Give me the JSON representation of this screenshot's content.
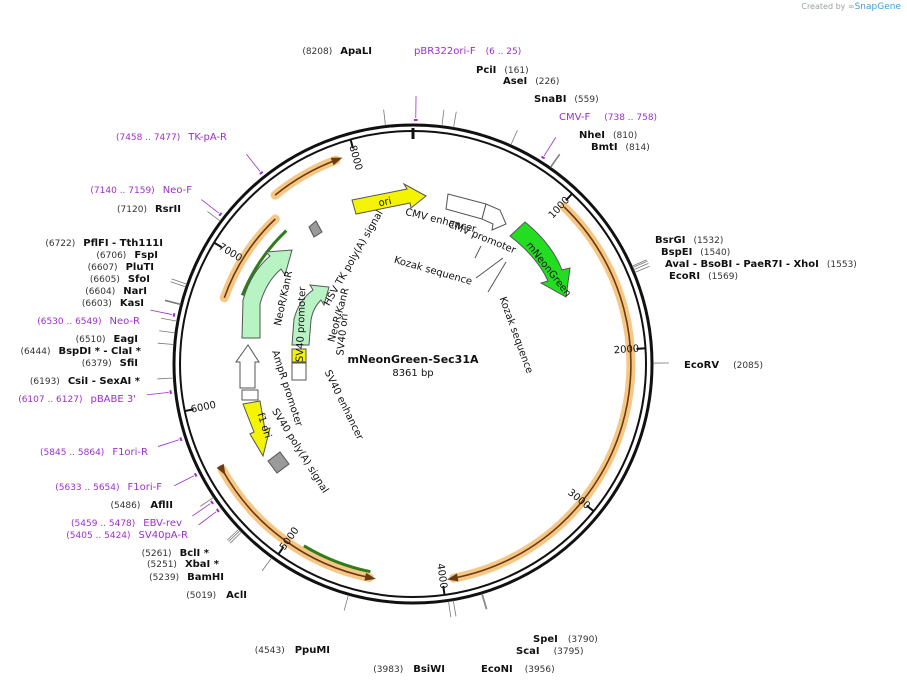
{
  "credit": {
    "prefix": "Created by",
    "brand": "SnapGene"
  },
  "plasmid": {
    "name": "mNeonGreen-Sec31A",
    "length_label": "8361 bp",
    "length": 8361
  },
  "ticks": [
    {
      "pos": 1000,
      "label": "1000"
    },
    {
      "pos": 2000,
      "label": "2000"
    },
    {
      "pos": 3000,
      "label": "3000"
    },
    {
      "pos": 4000,
      "label": "4000"
    },
    {
      "pos": 5000,
      "label": "5000"
    },
    {
      "pos": 6000,
      "label": "6000"
    },
    {
      "pos": 7000,
      "label": "7000"
    },
    {
      "pos": 8000,
      "label": "8000"
    }
  ],
  "sites": [
    {
      "name": "ApaLI",
      "pos_label": "(8208)",
      "pos": 8208,
      "side": "left"
    },
    {
      "name": "PciI",
      "pos_label": "(161)",
      "pos": 161,
      "side": "right"
    },
    {
      "name": "AseI",
      "pos_label": "(226)",
      "pos": 226,
      "side": "right"
    },
    {
      "name": "SnaBI",
      "pos_label": "(559)",
      "pos": 559,
      "side": "right"
    },
    {
      "name": "NheI",
      "pos_label": "(810)",
      "pos": 810,
      "side": "right"
    },
    {
      "name": "BmtI",
      "pos_label": "(814)",
      "pos": 814,
      "side": "right"
    },
    {
      "name": "BsrGI",
      "pos_label": "(1532)",
      "pos": 1532,
      "side": "right"
    },
    {
      "name": "BspEI",
      "pos_label": "(1540)",
      "pos": 1540,
      "side": "right"
    },
    {
      "name": "AvaI - BsoBI - PaeR7I - XhoI",
      "pos_label": "(1553)",
      "pos": 1553,
      "side": "right"
    },
    {
      "name": "EcoRI",
      "pos_label": "(1569)",
      "pos": 1569,
      "side": "right"
    },
    {
      "name": "EcoRV",
      "pos_label": "(2085)",
      "pos": 2085,
      "side": "right"
    },
    {
      "name": "SpeI",
      "pos_label": "(3790)",
      "pos": 3790,
      "side": "right"
    },
    {
      "name": "ScaI",
      "pos_label": "(3795)",
      "pos": 3795,
      "side": "right"
    },
    {
      "name": "EcoNI",
      "pos_label": "(3956)",
      "pos": 3956,
      "side": "right"
    },
    {
      "name": "BsiWI",
      "pos_label": "(3983)",
      "pos": 3983,
      "side": "left"
    },
    {
      "name": "PpuMI",
      "pos_label": "(4543)",
      "pos": 4543,
      "side": "left"
    },
    {
      "name": "AclI",
      "pos_label": "(5019)",
      "pos": 5019,
      "side": "left"
    },
    {
      "name": "BamHI",
      "pos_label": "(5239)",
      "pos": 5239,
      "side": "left"
    },
    {
      "name": "XbaI *",
      "pos_label": "(5251)",
      "pos": 5251,
      "side": "left"
    },
    {
      "name": "BclI *",
      "pos_label": "(5261)",
      "pos": 5261,
      "side": "left"
    },
    {
      "name": "AflII",
      "pos_label": "(5486)",
      "pos": 5486,
      "side": "left"
    },
    {
      "name": "CsiI - SexAI *",
      "pos_label": "(6193)",
      "pos": 6193,
      "side": "left"
    },
    {
      "name": "SfiI",
      "pos_label": "(6379)",
      "pos": 6379,
      "side": "left"
    },
    {
      "name": "BspDI * - ClaI *",
      "pos_label": "(6444)",
      "pos": 6444,
      "side": "left"
    },
    {
      "name": "EagI",
      "pos_label": "(6510)",
      "pos": 6510,
      "side": "left"
    },
    {
      "name": "KasI",
      "pos_label": "(6603)",
      "pos": 6603,
      "side": "left"
    },
    {
      "name": "NarI",
      "pos_label": "(6604)",
      "pos": 6604,
      "side": "left"
    },
    {
      "name": "SfoI",
      "pos_label": "(6605)",
      "pos": 6605,
      "side": "left"
    },
    {
      "name": "PluTI",
      "pos_label": "(6607)",
      "pos": 6607,
      "side": "left"
    },
    {
      "name": "FspI",
      "pos_label": "(6706)",
      "pos": 6706,
      "side": "left"
    },
    {
      "name": "PflFI - Tth111I",
      "pos_label": "(6722)",
      "pos": 6722,
      "side": "left"
    },
    {
      "name": "RsrII",
      "pos_label": "(7120)",
      "pos": 7120,
      "side": "left"
    }
  ],
  "primers": [
    {
      "name": "pBR322ori-F",
      "pos_label": "(6 .. 25)",
      "pos": 15
    },
    {
      "name": "CMV-F",
      "pos_label": "(738 .. 758)",
      "pos": 748
    },
    {
      "name": "SV40pA-R",
      "pos_label": "(5405 .. 5424)",
      "pos": 5414
    },
    {
      "name": "EBV-rev",
      "pos_label": "(5459 .. 5478)",
      "pos": 5468
    },
    {
      "name": "F1ori-F",
      "pos_label": "(5633 .. 5654)",
      "pos": 5643
    },
    {
      "name": "F1ori-R",
      "pos_label": "(5845 .. 5864)",
      "pos": 5854
    },
    {
      "name": "pBABE 3'",
      "pos_label": "(6107 .. 6127)",
      "pos": 6117
    },
    {
      "name": "Neo-R",
      "pos_label": "(6530 .. 6549)",
      "pos": 6540
    },
    {
      "name": "Neo-F",
      "pos_label": "(7140 .. 7159)",
      "pos": 7150
    },
    {
      "name": "TK-pA-R",
      "pos_label": "(7458 .. 7477)",
      "pos": 7468
    }
  ],
  "features": [
    {
      "name": "CMV enhancer"
    },
    {
      "name": "CMV promoter"
    },
    {
      "name": "Kozak sequence"
    },
    {
      "name": "Kozak sequence"
    },
    {
      "name": "mNeonGreen"
    },
    {
      "name": "ori"
    },
    {
      "name": "HSV TK poly(A) signal"
    },
    {
      "name": "NeoR/KanR"
    },
    {
      "name": "NeoR/KanR"
    },
    {
      "name": "SV40 promoter"
    },
    {
      "name": "AmpR promoter"
    },
    {
      "name": "SV40 ori"
    },
    {
      "name": "SV40 enhancer"
    },
    {
      "name": "f1 ori"
    },
    {
      "name": "SV40 poly(A) signal"
    }
  ],
  "colors": {
    "backbone": "#111111",
    "primer": "#9b30c8",
    "orf_highlight": "#f6c784",
    "orf_line": "#6b3a12",
    "mneongreen": "#22dd22",
    "ori": "#f4f400",
    "neo": "#b8f3c4",
    "polya": "#9a9a9a",
    "promoter": "#ffffff"
  }
}
